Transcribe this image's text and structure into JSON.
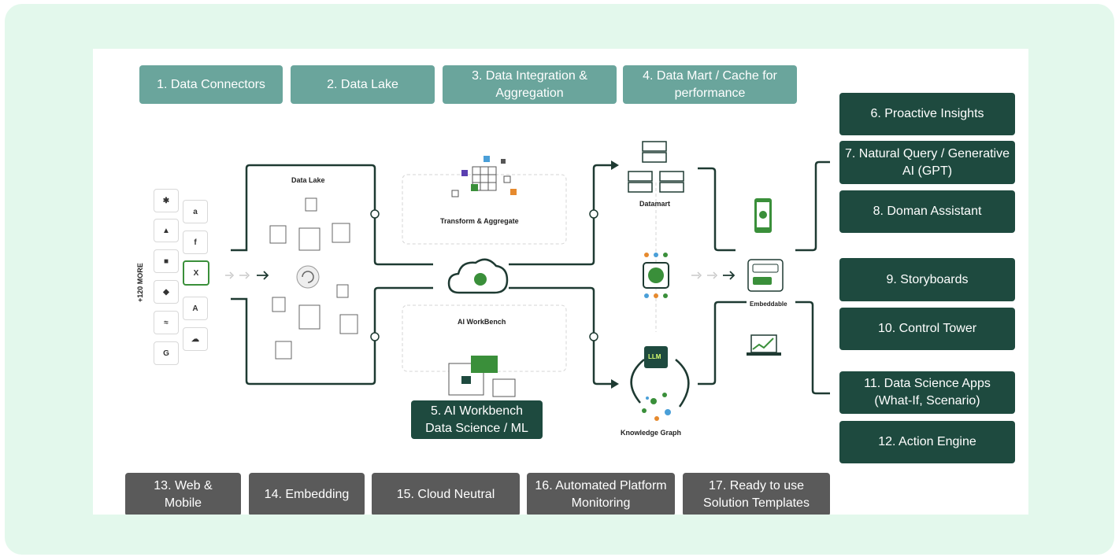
{
  "top_steps": [
    {
      "label": "1. Data Connectors"
    },
    {
      "label": "2. Data Lake"
    },
    {
      "label": "3. Data Integration & Aggregation"
    },
    {
      "label": "4. Data Mart / Cache for performance"
    }
  ],
  "right_steps": [
    {
      "label": "6. Proactive Insights"
    },
    {
      "label": "7. Natural Query / Generative AI (GPT)"
    },
    {
      "label": "8. Doman Assistant"
    },
    {
      "label": "9. Storyboards"
    },
    {
      "label": "10. Control Tower"
    },
    {
      "label": "11. Data Science Apps (What-If, Scenario)"
    },
    {
      "label": "12. Action Engine"
    }
  ],
  "center_step": {
    "label": "5. AI Workbench Data Science / ML"
  },
  "bottom_steps": [
    {
      "label": "13. Web & Mobile"
    },
    {
      "label": "14. Embedding"
    },
    {
      "label": "15. Cloud Neutral"
    },
    {
      "label": "16. Automated Platform Monitoring"
    },
    {
      "label": "17. Ready to use Solution Templates"
    }
  ],
  "diagram": {
    "more_sources": "+120 MORE",
    "data_lake": "Data Lake",
    "transform": "Transform & Aggregate",
    "ai_workbench": "AI WorkBench",
    "datamart": "Datamart",
    "embeddable": "Embeddable",
    "knowledge_graph": "Knowledge Graph",
    "llm": "LLM",
    "sources": [
      "a",
      "f",
      "G"
    ]
  }
}
